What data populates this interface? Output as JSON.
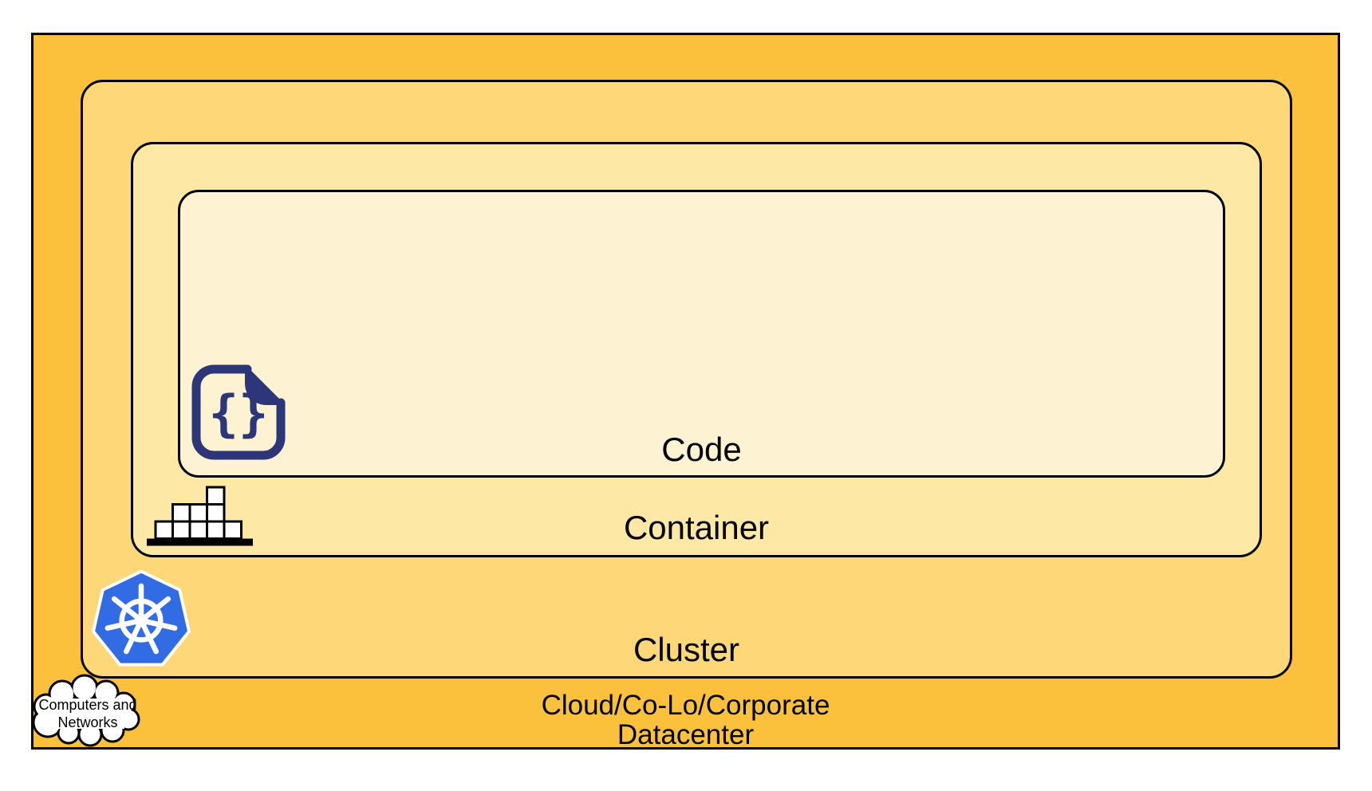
{
  "diagram": {
    "type": "nested-layers",
    "layers": [
      {
        "name": "code",
        "label": "Code",
        "fill": "#FDF2D1"
      },
      {
        "name": "container",
        "label": "Container",
        "fill": "#FDE8A6"
      },
      {
        "name": "cluster",
        "label": "Cluster",
        "fill": "#FDD778"
      },
      {
        "name": "datacenter",
        "label": "Cloud/Co-Lo/Corporate Datacenter",
        "fill": "#FBC13D"
      }
    ],
    "icons": [
      "code-file-icon",
      "container-boxes-icon",
      "kubernetes-icon",
      "cloud-computers-networks-icon"
    ],
    "colors": {
      "border": "#000000",
      "kubernetes_blue": "#326CE5",
      "code_icon_indigo": "#2D3678",
      "container_icon_fill": "#FFFFFF",
      "cloud_fill": "#FFFFFF"
    }
  },
  "labels": {
    "code": "Code",
    "container": "Container",
    "cluster": "Cluster",
    "datacenter_line1": "Cloud/Co-Lo/Corporate",
    "datacenter_line2": "Datacenter",
    "cloud_line1": "Computers and",
    "cloud_line2": "Networks",
    "code_icon_glyph": "{}"
  }
}
